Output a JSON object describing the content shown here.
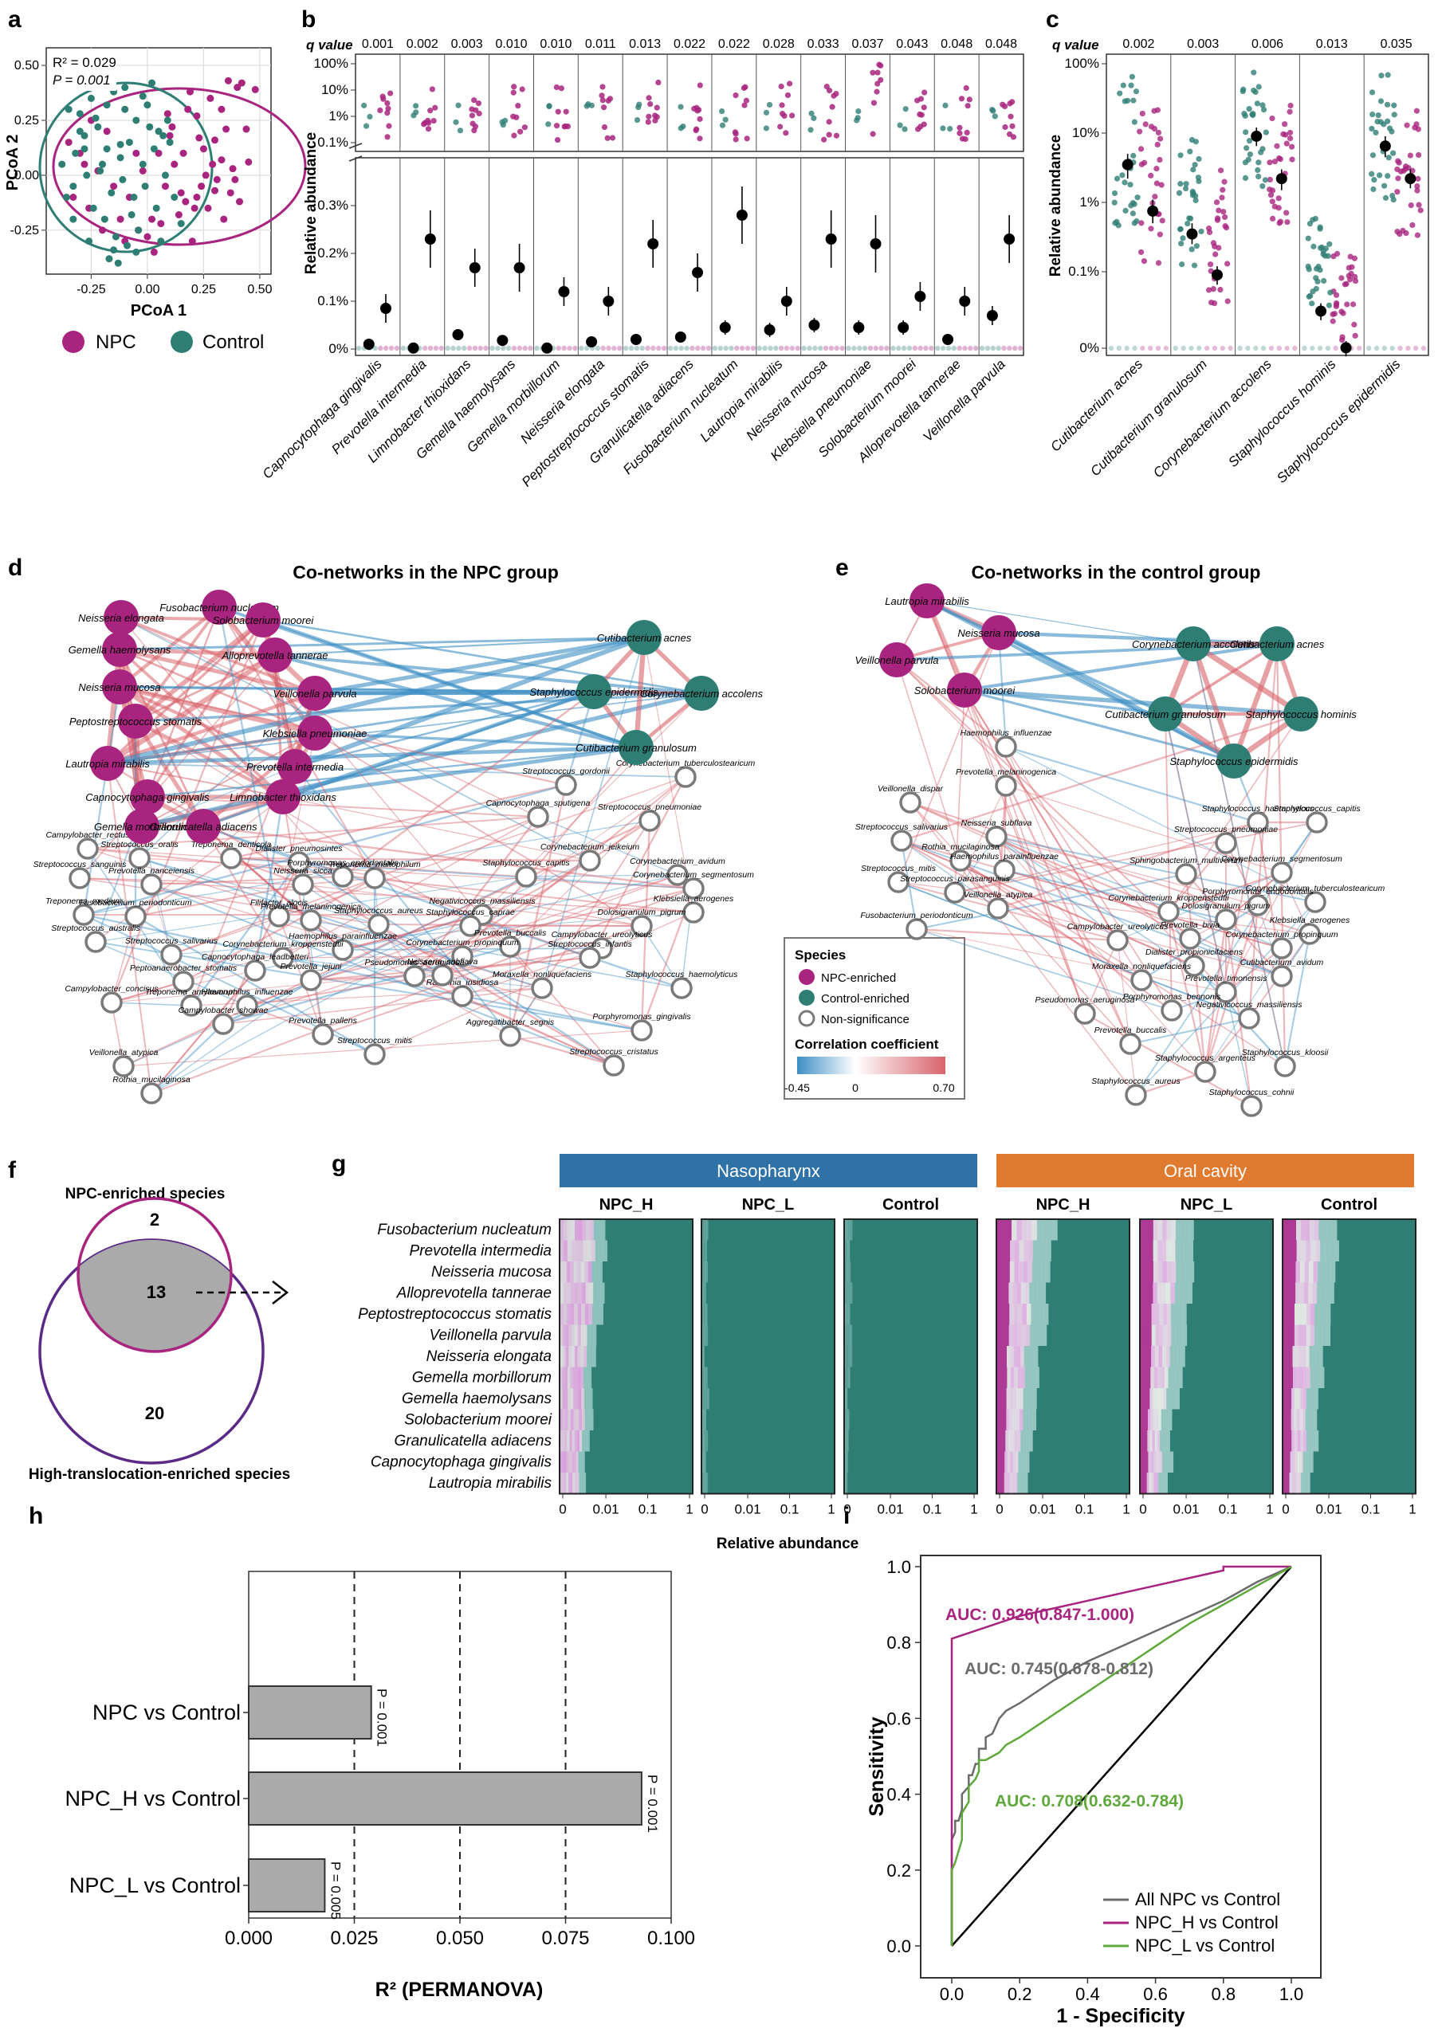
{
  "colors": {
    "npc": "#a8247e",
    "control": "#2f7e74",
    "nonsig": "#7a7a7a",
    "neg": "#3d8fc4",
    "pos": "#d8636b",
    "naso": "#2f72a8",
    "oral": "#e07a2e",
    "auc_all": "#6b6b6b",
    "auc_h": "#a8247e",
    "auc_l": "#5fa83c"
  },
  "panel_labels": {
    "a": "a",
    "b": "b",
    "c": "c",
    "d": "d",
    "e": "e",
    "f": "f",
    "g": "g",
    "h": "h",
    "i": "i"
  },
  "chart_data": [
    {
      "panel": "a",
      "type": "scatter",
      "xlabel": "PCoA 1",
      "ylabel": "PCoA 2",
      "annotation_r2": "R² = 0.029",
      "annotation_p": "P = 0.001",
      "xticks": [
        "-0.25",
        "0.00",
        "0.25",
        "0.50"
      ],
      "yticks": [
        "0.50",
        "0.25",
        "0.00",
        "-0.25"
      ],
      "xlim": [
        -0.45,
        0.55
      ],
      "ylim": [
        -0.45,
        0.58
      ],
      "legend": [
        "NPC",
        "Control"
      ],
      "series": [
        {
          "name": "NPC",
          "x": [
            0.42,
            0.36,
            0.33,
            0.22,
            0.35,
            0.4,
            0.28,
            0.19,
            0.48,
            0.3,
            0.44,
            0.25,
            0.31,
            0.18,
            0.38,
            0.1,
            0.12,
            0.05,
            -0.02,
            0.08,
            0.15,
            0.22,
            0.26,
            0.3,
            0.37,
            0.41,
            0.21,
            0.14,
            0.02,
            -0.08,
            -0.15,
            -0.22,
            -0.3,
            -0.35,
            -0.28,
            -0.12,
            0.0,
            0.06,
            0.17,
            0.27,
            0.34,
            0.24,
            0.11,
            -0.05,
            -0.18,
            -0.25,
            -0.33,
            -0.1,
            0.03,
            0.2,
            0.29,
            0.39,
            0.45,
            0.16,
            -0.2,
            -0.26,
            0.09,
            0.23,
            0.33,
            -0.04
          ],
          "y": [
            0.42,
            0.43,
            0.3,
            0.27,
            0.21,
            0.4,
            0.35,
            0.38,
            0.39,
            0.16,
            0.21,
            0.12,
            -0.02,
            0.3,
            0.03,
            0.18,
            0.05,
            0.1,
            0.02,
            -0.05,
            -0.08,
            -0.1,
            0.0,
            -0.07,
            -0.08,
            -0.12,
            -0.15,
            -0.18,
            -0.2,
            -0.1,
            -0.05,
            0.02,
            0.1,
            0.15,
            0.05,
            -0.2,
            -0.28,
            -0.22,
            -0.12,
            -0.15,
            -0.2,
            -0.05,
            0.22,
            0.1,
            0.2,
            0.25,
            -0.1,
            -0.3,
            -0.35,
            -0.3,
            0.05,
            -0.02,
            0.06,
            0.1,
            -0.25,
            -0.15,
            0.28,
            0.17,
            0.07,
            -0.25
          ]
        },
        {
          "name": "Control",
          "x": [
            -0.35,
            -0.3,
            -0.25,
            -0.2,
            -0.15,
            -0.1,
            -0.05,
            0.0,
            0.05,
            0.1,
            -0.32,
            -0.28,
            -0.22,
            -0.18,
            -0.12,
            -0.08,
            -0.02,
            0.03,
            0.08,
            -0.38,
            -0.33,
            -0.27,
            -0.21,
            -0.16,
            -0.11,
            -0.06,
            -0.01,
            0.04,
            0.12,
            0.15,
            -0.24,
            -0.19,
            -0.14,
            -0.09,
            -0.04,
            0.06,
            -0.3,
            -0.26,
            -0.17,
            -0.13,
            -0.07,
            0.01,
            0.09,
            -0.36,
            -0.23,
            -0.02,
            -0.2,
            -0.1,
            -0.15,
            0.02,
            -0.12,
            -0.28,
            -0.05,
            0.07,
            -0.33,
            -0.18
          ],
          "y": [
            0.3,
            0.28,
            0.35,
            0.4,
            0.38,
            0.3,
            0.25,
            0.32,
            0.2,
            0.15,
            0.1,
            0.18,
            0.22,
            0.12,
            0.08,
            0.15,
            0.05,
            0.12,
            0.0,
            0.05,
            -0.05,
            0.0,
            0.02,
            -0.08,
            -0.02,
            -0.1,
            -0.05,
            -0.15,
            -0.1,
            -0.22,
            -0.15,
            -0.2,
            -0.28,
            -0.32,
            -0.25,
            -0.3,
            0.2,
            -0.3,
            -0.38,
            -0.4,
            -0.18,
            0.22,
            0.25,
            -0.1,
            0.26,
            0.36,
            0.05,
            0.4,
            -0.34,
            0.42,
            0.14,
            0.12,
            -0.35,
            0.18,
            -0.2,
            0.32
          ]
        }
      ]
    },
    {
      "panel": "b",
      "type": "scatter",
      "ylabel": "Relative abundance",
      "qlabel": "q value",
      "yticks_top": [
        "100%",
        "10%",
        "1%",
        "0.1%"
      ],
      "yticks_bottom": [
        "0.3%",
        "0.2%",
        "0.1%",
        "0%"
      ],
      "categories": [
        "Capnocytophaga gingivalis",
        "Prevotella intermedia",
        "Limnobacter thioxidans",
        "Gemella haemolysans",
        "Gemella morbillorum",
        "Neisseria elongata",
        "Peptostreptococcus stomatis",
        "Granulicatella adiacens",
        "Fusobacterium nucleatum",
        "Lautropia mirabilis",
        "Neisseria mucosa",
        "Klebsiella pneumoniae",
        "Solobacterium moorei",
        "Alloprevotella tannerae",
        "Veillonella parvula"
      ],
      "qvalues": [
        "0.001",
        "0.002",
        "0.003",
        "0.010",
        "0.010",
        "0.011",
        "0.013",
        "0.022",
        "0.022",
        "0.028",
        "0.033",
        "0.037",
        "0.043",
        "0.048",
        "0.048"
      ],
      "series": [
        {
          "name": "Control",
          "mean": [
            0.01,
            0.002,
            0.03,
            0.018,
            0.002,
            0.015,
            0.02,
            0.025,
            0.045,
            0.04,
            0.05,
            0.045,
            0.045,
            0.02,
            0.07
          ],
          "low": [
            0.005,
            0.001,
            0.02,
            0.01,
            0.001,
            0.008,
            0.012,
            0.015,
            0.03,
            0.025,
            0.035,
            0.03,
            0.03,
            0.012,
            0.05
          ],
          "high": [
            0.015,
            0.004,
            0.04,
            0.025,
            0.004,
            0.022,
            0.028,
            0.035,
            0.06,
            0.055,
            0.065,
            0.06,
            0.06,
            0.028,
            0.09
          ]
        },
        {
          "name": "NPC",
          "mean": [
            0.085,
            0.23,
            0.17,
            0.17,
            0.12,
            0.1,
            0.22,
            0.16,
            0.28,
            0.1,
            0.23,
            0.22,
            0.11,
            0.1,
            0.23
          ],
          "low": [
            0.055,
            0.17,
            0.13,
            0.12,
            0.09,
            0.07,
            0.17,
            0.12,
            0.22,
            0.07,
            0.17,
            0.16,
            0.08,
            0.07,
            0.18
          ],
          "high": [
            0.115,
            0.29,
            0.21,
            0.22,
            0.15,
            0.13,
            0.27,
            0.2,
            0.34,
            0.13,
            0.29,
            0.28,
            0.14,
            0.13,
            0.28
          ]
        }
      ]
    },
    {
      "panel": "c",
      "type": "scatter",
      "ylabel": "Relative abundance",
      "qlabel": "q value",
      "yticks": [
        "100%",
        "10%",
        "1%",
        "0.1%",
        "0%"
      ],
      "categories": [
        "Cutibacterium acnes",
        "Cutibacterium granulosum",
        "Corynebacterium accolens",
        "Staphylococcus hominis",
        "Staphylococcus epidermidis"
      ],
      "qvalues": [
        "0.002",
        "0.003",
        "0.006",
        "0.013",
        "0.035"
      ],
      "series": [
        {
          "name": "Control",
          "mean": [
            3.5,
            0.35,
            9.0,
            0.027,
            6.5
          ],
          "low": [
            2.2,
            0.25,
            6.5,
            0.02,
            4.5
          ],
          "high": [
            5.0,
            0.5,
            12.0,
            0.035,
            9.0
          ]
        },
        {
          "name": "NPC",
          "mean": [
            0.75,
            0.09,
            2.2,
            0.008,
            2.2
          ],
          "low": [
            0.5,
            0.065,
            1.5,
            0.006,
            1.6
          ],
          "high": [
            1.1,
            0.12,
            3.0,
            0.01,
            3.0
          ]
        }
      ]
    },
    {
      "panel": "g",
      "type": "heatmap",
      "row_labels": [
        "Fusobacterium nucleatum",
        "Prevotella intermedia",
        "Neisseria mucosa",
        "Alloprevotella tannerae",
        "Peptostreptococcus stomatis",
        "Veillonella parvula",
        "Neisseria elongata",
        "Gemella morbillorum",
        "Gemella haemolysans",
        "Solobacterium moorei",
        "Granulicatella adiacens",
        "Capnocytophaga gingivalis",
        "Lautropia mirabilis"
      ],
      "site_headers": [
        "Nasopharynx",
        "Oral cavity"
      ],
      "group_headers": [
        "NPC_H",
        "NPC_L",
        "Control",
        "NPC_H",
        "NPC_L",
        "Control"
      ],
      "xticks": [
        "0",
        "0.01",
        "0.1",
        "1"
      ],
      "xlabel": "Relative abundance"
    },
    {
      "panel": "h",
      "type": "bar",
      "categories": [
        "NPC vs Control",
        "NPC_H vs Control",
        "NPC_L vs Control"
      ],
      "values": [
        0.029,
        0.093,
        0.018
      ],
      "pvalues": [
        "P = 0.001",
        "P = 0.001",
        "P = 0.005"
      ],
      "xticks": [
        "0.000",
        "0.025",
        "0.050",
        "0.075",
        "0.100"
      ],
      "xlim": [
        0.0,
        0.1
      ],
      "xlabel": "R² (PERMANOVA)"
    },
    {
      "panel": "i",
      "type": "line",
      "xlabel": "1 - Specificity",
      "ylabel": "Sensitivity",
      "xticks": [
        "0.0",
        "0.2",
        "0.4",
        "0.6",
        "0.8",
        "1.0"
      ],
      "yticks": [
        "0.0",
        "0.2",
        "0.4",
        "0.6",
        "0.8",
        "1.0"
      ],
      "xlim": [
        0,
        1
      ],
      "ylim": [
        0,
        1
      ],
      "auc_labels": [
        "AUC: 0.926(0.847-1.000)",
        "AUC: 0.745(0.678-0.812)",
        "AUC: 0.708(0.632-0.784)"
      ],
      "series": [
        {
          "name": "All NPC vs Control",
          "x": [
            0,
            0,
            0.01,
            0.01,
            0.02,
            0.03,
            0.03,
            0.05,
            0.05,
            0.06,
            0.07,
            0.08,
            0.08,
            0.1,
            0.1,
            0.12,
            0.13,
            0.14,
            0.16,
            0.2,
            0.3,
            0.4,
            0.5,
            0.6,
            0.7,
            0.8,
            0.9,
            1.0
          ],
          "y": [
            0,
            0.28,
            0.3,
            0.33,
            0.33,
            0.36,
            0.4,
            0.42,
            0.45,
            0.45,
            0.48,
            0.48,
            0.52,
            0.52,
            0.55,
            0.56,
            0.58,
            0.6,
            0.62,
            0.64,
            0.7,
            0.75,
            0.79,
            0.83,
            0.87,
            0.91,
            0.96,
            1.0
          ]
        },
        {
          "name": "NPC_H vs Control",
          "x": [
            0,
            0,
            0.1,
            0.2,
            0.3,
            0.4,
            0.5,
            0.6,
            0.7,
            0.8,
            0.8,
            1.0
          ],
          "y": [
            0,
            0.81,
            0.84,
            0.87,
            0.89,
            0.91,
            0.93,
            0.95,
            0.97,
            0.99,
            1.0,
            1.0
          ]
        },
        {
          "name": "NPC_L vs Control",
          "x": [
            0,
            0,
            0.01,
            0.02,
            0.03,
            0.03,
            0.05,
            0.05,
            0.07,
            0.08,
            0.08,
            0.1,
            0.12,
            0.14,
            0.16,
            0.2,
            0.3,
            0.4,
            0.5,
            0.6,
            0.7,
            0.8,
            0.9,
            1.0
          ],
          "y": [
            0,
            0.2,
            0.22,
            0.25,
            0.28,
            0.35,
            0.38,
            0.42,
            0.44,
            0.46,
            0.49,
            0.49,
            0.5,
            0.51,
            0.53,
            0.55,
            0.61,
            0.67,
            0.73,
            0.79,
            0.85,
            0.9,
            0.95,
            1.0
          ]
        }
      ]
    }
  ],
  "network_d": {
    "title": "Co-networks in the NPC group",
    "npc_nodes": [
      "Fusobacterium nucleatum",
      "Neisseria elongata",
      "Solobacterium moorei",
      "Gemella haemolysans",
      "Alloprevotella tannerae",
      "Neisseria mucosa",
      "Veillonella parvula",
      "Peptostreptococcus stomatis",
      "Klebsiella pneumoniae",
      "Lautropia mirabilis",
      "Prevotella intermedia",
      "Capnocytophaga gingivalis",
      "Limnobacter thioxidans",
      "Gemella morbillorum",
      "Granulicatella adiacens"
    ],
    "control_nodes": [
      "Cutibacterium acnes",
      "Staphylococcus epidermidis",
      "Corynebacterium accolens",
      "Cutibacterium granulosum"
    ],
    "other_nodes": [
      "Streptococcus_gordonii",
      "Corynebacterium_tuberculostearicum",
      "Capnocytophaga_sputigena",
      "Streptococcus_pneumoniae",
      "Campylobacter_rectus",
      "Streptococcus_oralis",
      "Treponema_denticola",
      "Dialister_pneumosintes",
      "Corynebacterium_jeikeium",
      "Streptococcus_sanguinis",
      "Prevotella_nanceiensis",
      "Neisseria_sicca",
      "Porphyromonas_endodontalis",
      "Treponema_maltophilum",
      "Staphylococcus_capitis",
      "Corynebacterium_avidum",
      "Corynebacterium_segmentosum",
      "Treponema_medium",
      "Fusobacterium_periodonticum",
      "Filifactor_alocis",
      "Prevotella_melaninogenica",
      "Negativicoccus_massiliensis",
      "Klebsiella_aerogenes",
      "Staphylococcus_aureus",
      "Staphylococcus_caprae",
      "Dolosigranulum_pigrum",
      "Streptococcus_australis",
      "Haemophilus_parainfluenzae",
      "Corynebacterium_kroppenstedtii",
      "Prevotella_buccalis",
      "Campylobacter_ureolyticus",
      "Streptococcus_salivarius",
      "Capnocytophaga_leadbetteri",
      "Corynebacterium_propinquum",
      "Streptococcus_infantis",
      "Peptoanaerobacter_stomatis",
      "Prevotella_jejuni",
      "Pseudomonas_aeruginosa",
      "Moraxella_nonliquefaciens",
      "Campylobacter_concisus",
      "Treponema_amylovorum",
      "Haemophilus_influenzae",
      "Ralstonia_insidiosa",
      "Staphylococcus_haemolyticus",
      "Campylobacter_showae",
      "Prevotella_pallens",
      "Aggregatibacter_segnis",
      "Porphyromonas_gingivalis",
      "Veillonella_atypica",
      "Streptococcus_mitis",
      "Streptococcus_cristatus",
      "Rothia_mucilaginosa",
      "Neisseria_subflava"
    ]
  },
  "network_e": {
    "title": "Co-networks in the control group",
    "npc_nodes": [
      "Lautropia mirabilis",
      "Neisseria mucosa",
      "Veillonella parvula",
      "Solobacterium moorei"
    ],
    "control_nodes": [
      "Corynebacterium accolens",
      "Cutibacterium acnes",
      "Cutibacterium granulosum",
      "Staphylococcus hominis",
      "Staphylococcus epidermidis"
    ],
    "other_nodes": [
      "Haemophilus_influenzae",
      "Veillonella_dispar",
      "Prevotella_melaninogenica",
      "Streptococcus_salivarius",
      "Neisseria_subflava",
      "Rothia_mucilaginosa",
      "Haemophilus_parainfluenzae",
      "Streptococcus_mitis",
      "Streptococcus_parasanguinis",
      "Veillonella_atypica",
      "Fusobacterium_periodonticum",
      "Staphylococcus_haemolyticus",
      "Staphylococcus_capitis",
      "Streptococcus_pneumoniae",
      "Corynebacterium_segmentosum",
      "Sphingobacterium_multivorum",
      "Corynebacterium_tuberculostearicum",
      "Corynebacterium_kroppenstedtii",
      "Porphyromonas_endodontalis",
      "Dolosigranulum_pigrum",
      "Klebsiella_aerogenes",
      "Campylobacter_ureolyticus",
      "Prevotella_bivia",
      "Corynebacterium_propinquum",
      "Dialister_propionicifaciens",
      "Cutibacterium_avidum",
      "Moraxella_nonliquefaciens",
      "Prevotella_timonensis",
      "Porphyromonas_bennonis",
      "Pseudomonas_aeruginosa",
      "Negativicoccus_massiliensis",
      "Prevotella_buccalis",
      "Staphylococcus_argenteus",
      "Staphylococcus_kloosii",
      "Staphylococcus_aureus",
      "Staphylococcus_cohnii"
    ]
  },
  "legend_d": {
    "title": "Species",
    "npc": "NPC-enriched",
    "control": "Control-enriched",
    "nonsig": "Non-significance",
    "corr_title": "Correlation coefficient",
    "corr_min": "-0.45",
    "corr_mid": "0",
    "corr_max": "0.70"
  },
  "venn_f": {
    "top_label": "NPC-enriched species",
    "bottom_label": "High-translocation-enriched species",
    "n_only_npc": "2",
    "n_overlap": "13",
    "n_only_high": "20"
  }
}
